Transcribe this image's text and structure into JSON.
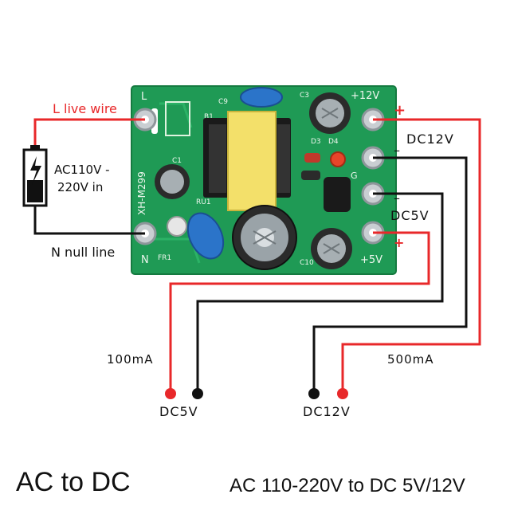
{
  "pcb": {
    "model": "XH-M299",
    "silk_l": "L",
    "silk_n": "N",
    "silk_plus12": "+12V",
    "silk_plus5": "+5V",
    "silk_g": "G",
    "silk_c9": "C9",
    "silk_c3": "C3",
    "silk_b1": "B1",
    "silk_c1": "C1",
    "silk_d3": "D3",
    "silk_d4": "D4",
    "silk_fr1": "FR1",
    "silk_u1": "RU1",
    "silk_c10": "C10"
  },
  "labels": {
    "live": "L live wire",
    "neutral": "N null line",
    "ac_input_line1": "AC110V -",
    "ac_input_line2": "220V in",
    "dc12_top": "DC12V",
    "dc5_top": "DC5V",
    "plus_top": "+",
    "minus_12": "–",
    "minus_5": "–",
    "plus_5": "+",
    "current_5v": "100mA",
    "current_12v": "500mA",
    "out_5v": "DC5V",
    "out_12v": "DC12V"
  },
  "footer": {
    "left": "AC to DC",
    "right": "AC 110-220V to DC 5V/12V"
  },
  "colors": {
    "pcb_green": "#1f9a55",
    "wire_red": "#e8282a",
    "wire_black": "#111111",
    "transformer_yellow": "#f3e06a",
    "capacitor_y": "#2b74c9"
  }
}
